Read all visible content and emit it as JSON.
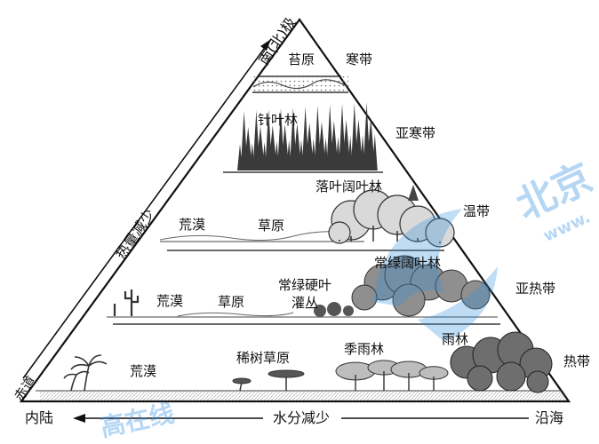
{
  "diagram": {
    "top_label": "南(北)极",
    "left_slope_label": "热量减少",
    "bottom_left_label": "内陆",
    "bottom_mid_label": "水分减少",
    "bottom_right_label": "沿海",
    "equator_label": "赤道",
    "zones": {
      "cold": "寒带",
      "subcold": "亚寒带",
      "temperate": "温带",
      "subtropical": "亚热带",
      "tropical": "热带"
    },
    "vegetation": {
      "tundra": "苔原",
      "taiga": "针叶林",
      "deciduous": "落叶阔叶林",
      "temperate_desert": "荒漠",
      "temperate_grass": "草原",
      "evergreen": "常绿阔叶林",
      "sub_desert": "荒漠",
      "sub_grass": "草原",
      "sclerophyll_1": "常绿硬叶",
      "sclerophyll_2": "灌丛",
      "trop_desert": "荒漠",
      "savanna": "稀树草原",
      "monsoon": "季雨林",
      "rainforest": "雨林"
    },
    "watermark": {
      "cn": "北京",
      "en": "www.",
      "bottom": "高在线"
    },
    "colors": {
      "outline": "#111111",
      "vegetation": "#3a3a3a",
      "watermark": "#2f8fe0"
    }
  }
}
